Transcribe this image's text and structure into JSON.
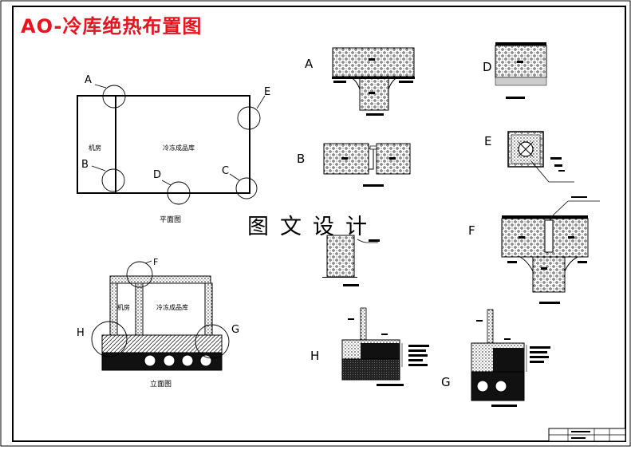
{
  "title": "AO-冷库绝热布置图",
  "watermark": "图文设计",
  "plan": {
    "caption": "平面图",
    "machine_room": "机房",
    "cold_room": "冷冻成品库",
    "callouts": [
      "A",
      "B",
      "C",
      "D",
      "E"
    ]
  },
  "elevation": {
    "caption": "立面图",
    "machine_room": "机房",
    "cold_room": "冷冻成品库",
    "callouts": [
      "F",
      "H",
      "G"
    ]
  },
  "details": [
    "A",
    "B",
    "D",
    "E",
    "F",
    "H",
    "G"
  ]
}
